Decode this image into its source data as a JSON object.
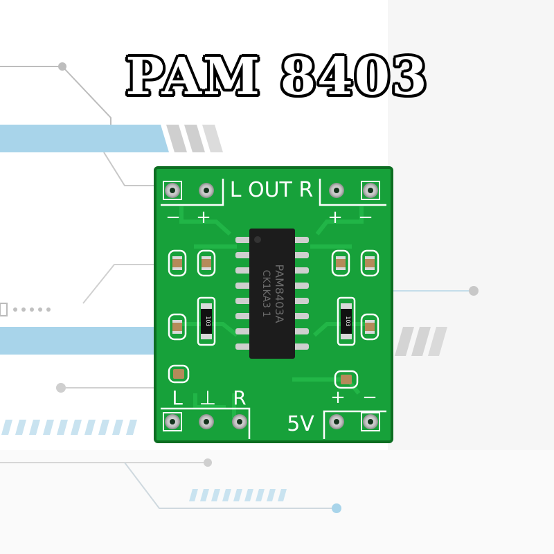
{
  "title": "PAM 8403",
  "board": {
    "silkscreen": {
      "output": "L OUT R",
      "minus_left": "−",
      "plus_left": "+",
      "plus_right": "+",
      "minus_right": "−",
      "input_left": "L",
      "input_ground": "⊥",
      "input_right": "R",
      "supply": "5V",
      "supply_plus": "+",
      "supply_minus": "−"
    },
    "chip_marking_line1": "PAM8403A",
    "chip_marking_line2": "CK1KA3 1",
    "resistor_left_code": "103",
    "resistor_right_code": "103"
  },
  "colors": {
    "pcb_green": "#17a13a",
    "pcb_edge": "#0d6e22",
    "chip": "#1c1c1c",
    "pad_silver": "#c8c8c8",
    "accent_blue": "#a8d4ea"
  }
}
